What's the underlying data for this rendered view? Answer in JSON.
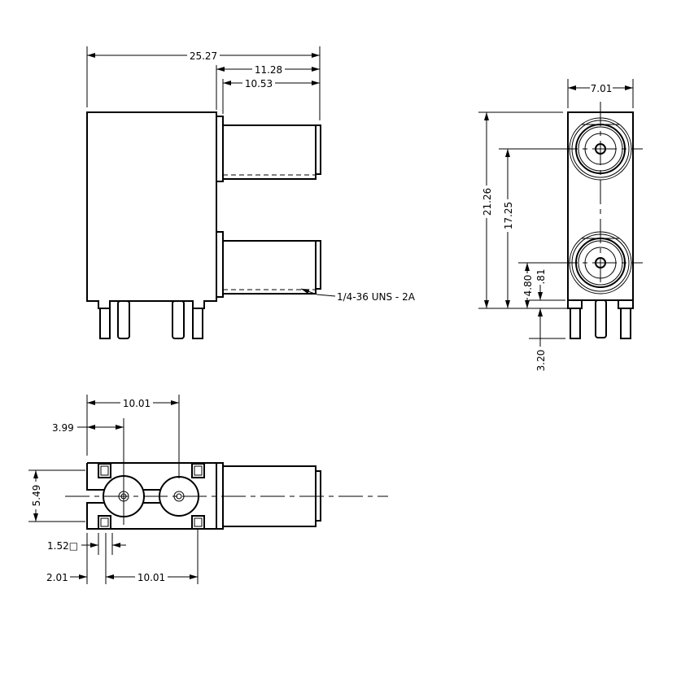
{
  "side_view": {
    "overall_length": "25.27",
    "barrel_length_flange": "11.28",
    "barrel_length": "10.53",
    "thread_note": "1/4-36 UNS - 2A"
  },
  "front_view": {
    "width": "7.01",
    "height": "21.26",
    "center_spacing": "17.25",
    "lower_center": "4.80",
    "standoff": ".81",
    "pin_length": "3.20"
  },
  "bottom_view": {
    "pin_spacing_top": "10.01",
    "center_offset": "3.99",
    "pin_row_spacing": "5.49",
    "pin_size": "1.52□",
    "pin_offset": "2.01",
    "pin_spacing_bottom": "10.01"
  }
}
